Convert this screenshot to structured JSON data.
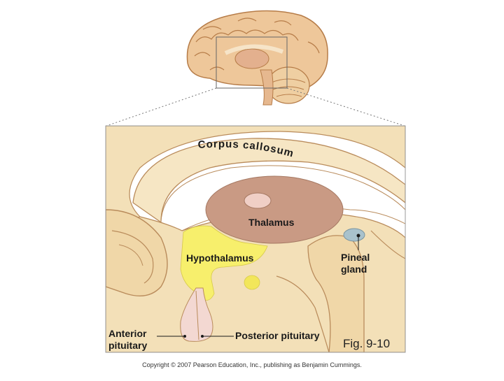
{
  "labels": {
    "corpus_callosum": "Corpus callosum",
    "thalamus": "Thalamus",
    "hypothalamus": "Hypothalamus",
    "pineal_line1": "Pineal",
    "pineal_line2": "gland",
    "anterior_line1": "Anterior",
    "anterior_line2": "pituitary",
    "posterior": "Posterior pituitary"
  },
  "figure_number": "Fig. 9-10",
  "copyright": "Copyright © 2007 Pearson Education, Inc., publishing as Benjamin Cummings.",
  "colors": {
    "tissue": "#f3e0b8",
    "tissue_edge": "#b98b5b",
    "thalamus": "#c99a84",
    "hypothalamus": "#f7ef6c",
    "pineal": "#a9c2cc",
    "pituitary": "#f3d8d2"
  }
}
